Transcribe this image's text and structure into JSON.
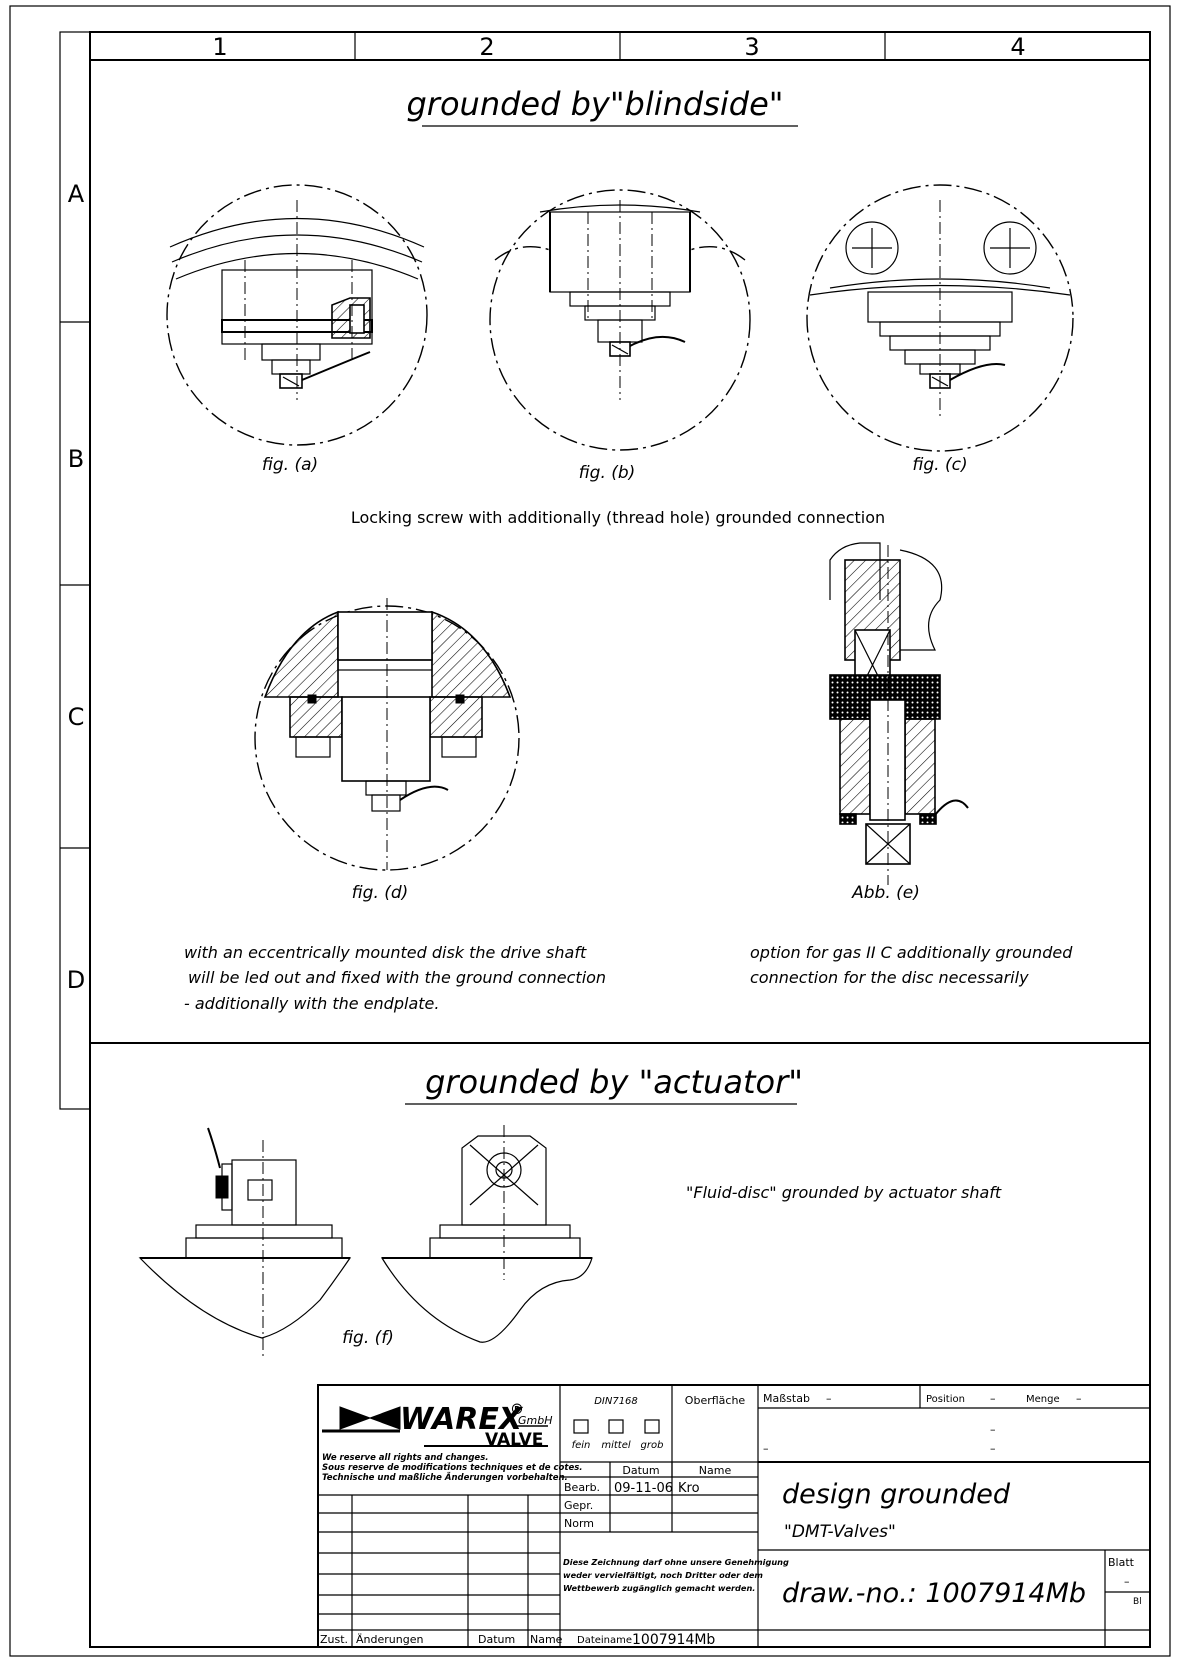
{
  "grid": {
    "columns": [
      "1",
      "2",
      "3",
      "4"
    ],
    "rows": [
      "A",
      "B",
      "C",
      "D"
    ]
  },
  "section1": {
    "title": "grounded by\"blindside\"",
    "figures": {
      "a": "fig. (a)",
      "b": "fig. (b)",
      "c": "fig. (c)",
      "d": "fig. (d)",
      "e": "Abb. (e)"
    },
    "caption_abc": "Locking screw with additionally (thread hole) grounded connection",
    "note_d": [
      "with an eccentrically mounted disk the drive shaft",
      "will be led out and fixed with the ground connection",
      "- additionally with the endplate."
    ],
    "note_e": [
      "option  for gas II C additionally grounded",
      "connection for the disc necessarily"
    ]
  },
  "section2": {
    "title": "grounded by \"actuator\"",
    "figure_f": "fig. (f)",
    "note_f": "\"Fluid-disc\" grounded by actuator shaft"
  },
  "title_block": {
    "logo_main": "WAREX",
    "logo_reg": "®",
    "logo_gmbh": "GmbH",
    "logo_sub": "VALVE",
    "rights": [
      "We reserve all rights and changes.",
      "Sous reserve de modifications techniques et de cotes.",
      "Technische und maßliche Änderungen vorbehalten."
    ],
    "din": "DIN7168",
    "oberflaeche": "Oberfläche",
    "tolerances": [
      "fein",
      "mittel",
      "grob"
    ],
    "massstab_label": "Maßstab",
    "massstab_value": "–",
    "position_label": "Position",
    "position_value": "–",
    "menge_label": "Menge",
    "menge_value": "–",
    "dash_a": "–",
    "dash_b": "–",
    "dash_c": "–",
    "datum_label": "Datum",
    "name_label": "Name",
    "bearb_label": "Bearb.",
    "bearb_date": "09-11-06",
    "bearb_name": "Kro",
    "gepr_label": "Gepr.",
    "norm_label": "Norm",
    "design_title": "design grounded",
    "design_sub": "\"DMT-Valves\"",
    "legal": [
      "Diese Zeichnung darf ohne unsere Genehmigung",
      "weder vervielfältigt, noch Dritter oder dem",
      "Wettbewerb zugänglich gemacht werden."
    ],
    "draw_no": "draw.-no.: 1007914Mb",
    "blatt_label": "Blatt",
    "blatt_value": "–",
    "bl_label": "Bl",
    "zust_label": "Zust.",
    "aenderungen_label": "Änderungen",
    "datum2_label": "Datum",
    "name2_label": "Name",
    "dateiname_label": "Dateiname",
    "dateiname_value": "1007914Mb"
  }
}
